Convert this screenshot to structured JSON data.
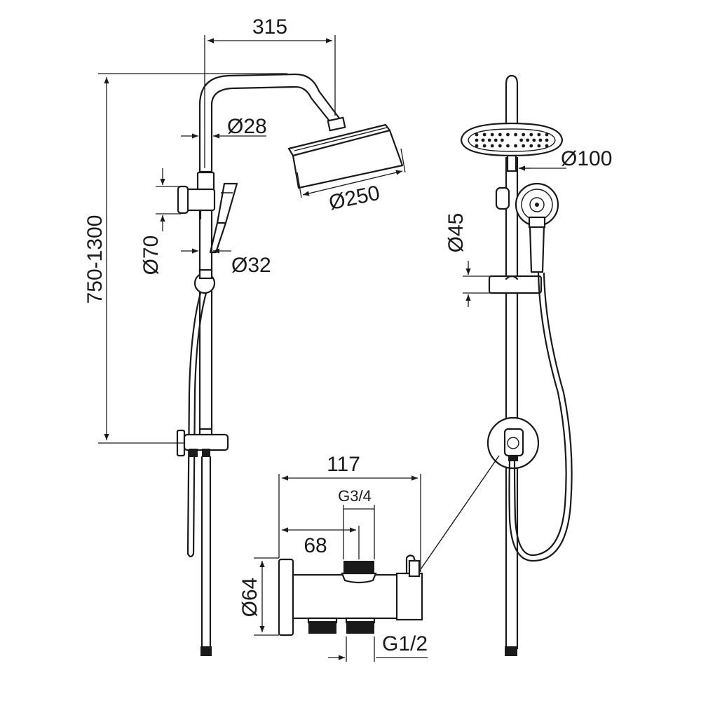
{
  "dimensions": {
    "width_top": "315",
    "pipe_upper_dia": "Ø28",
    "head_dia": "Ø250",
    "height_range": "750-1300",
    "holder_dia": "Ø70",
    "pipe_lower_dia": "Ø32",
    "hand_dia": "Ø100",
    "slider_height": "Ø45",
    "valve_width": "117",
    "outlet_thread": "G3/4",
    "outlet_offset": "68",
    "valve_dia": "Ø64",
    "inlet_thread": "G1/2"
  },
  "colors": {
    "line": "#1a1a1a",
    "background": "#ffffff"
  }
}
